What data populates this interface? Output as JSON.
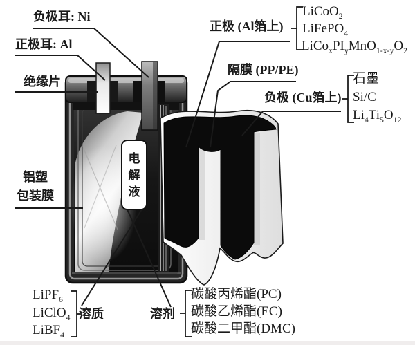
{
  "labels": {
    "negative_tab": "负极耳: Ni",
    "positive_tab": "正极耳: Al",
    "insulation_sheet": "绝缘片",
    "pouch_film_line1": "铝塑",
    "pouch_film_line2": "包装膜",
    "electrolyte_chars": [
      "电",
      "解",
      "液"
    ],
    "cathode": "正极 (Al箔上)",
    "separator": "隔膜 (PP/PE)",
    "anode": "负极 (Cu箔上)",
    "solute": "溶质",
    "solvent": "溶剂"
  },
  "cathode_materials": [
    "LiCoO~2~",
    "LiFePO~4~",
    "LiCo~x~PI~y~MnO~1-x-y~O~2~"
  ],
  "anode_materials": [
    "石墨",
    "Si/C",
    "Li~4~Ti~5~O~12~"
  ],
  "solute_materials": [
    "LiPF~6~",
    "LiClO~4~",
    "LiBF~4~"
  ],
  "solvent_materials": [
    "碳酸丙烯酯(PC)",
    "碳酸乙烯酯(EC)",
    "碳酸二甲酯(DMC)"
  ],
  "colors": {
    "ink": "#1a1a1a",
    "background": "#ffffff",
    "electrode_black": "#0b0b0b",
    "separator_white": "#f4f4f4"
  }
}
